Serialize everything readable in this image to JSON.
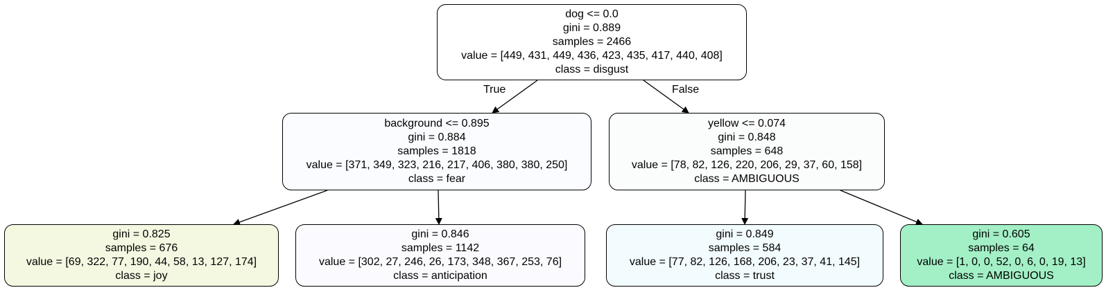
{
  "nodes": {
    "root": {
      "split": "dog <= 0.0",
      "gini": "gini = 0.889",
      "samples": "samples = 2466",
      "value": "value = [449, 431, 449, 436, 423, 435, 417, 440, 408]",
      "class": "class = disgust",
      "fill": "#ffffff"
    },
    "left": {
      "split": "background <= 0.895",
      "gini": "gini = 0.884",
      "samples": "samples = 1818",
      "value": "value = [371, 349, 323, 216, 217, 406, 380, 380, 250]",
      "class": "class = fear",
      "fill": "#fafcff"
    },
    "right": {
      "split": "yellow <= 0.074",
      "gini": "gini = 0.848",
      "samples": "samples = 648",
      "value": "value = [78, 82, 126, 220, 206, 29, 37, 60, 158]",
      "class": "class = AMBIGUOUS",
      "fill": "#fbfdfc"
    },
    "ll": {
      "gini": "gini = 0.825",
      "samples": "samples = 676",
      "value": "value = [69, 322, 77, 190, 44, 58, 13, 127, 174]",
      "class": "class = joy",
      "fill": "#f5f8e1"
    },
    "lr": {
      "gini": "gini = 0.846",
      "samples": "samples = 1142",
      "value": "value = [302, 27, 246, 26, 173, 348, 367, 253, 76]",
      "class": "class = anticipation",
      "fill": "#fbfbff"
    },
    "rl": {
      "gini": "gini = 0.849",
      "samples": "samples = 584",
      "value": "value = [77, 82, 126, 168, 206, 23, 37, 41, 145]",
      "class": "class = trust",
      "fill": "#f2fbfd"
    },
    "rr": {
      "gini": "gini = 0.605",
      "samples": "samples = 64",
      "value": "value = [1, 0, 0, 52, 0, 6, 0, 19, 13]",
      "class": "class = AMBIGUOUS",
      "fill": "#a3f0c6"
    }
  },
  "edges": {
    "true_label": "True",
    "false_label": "False"
  }
}
